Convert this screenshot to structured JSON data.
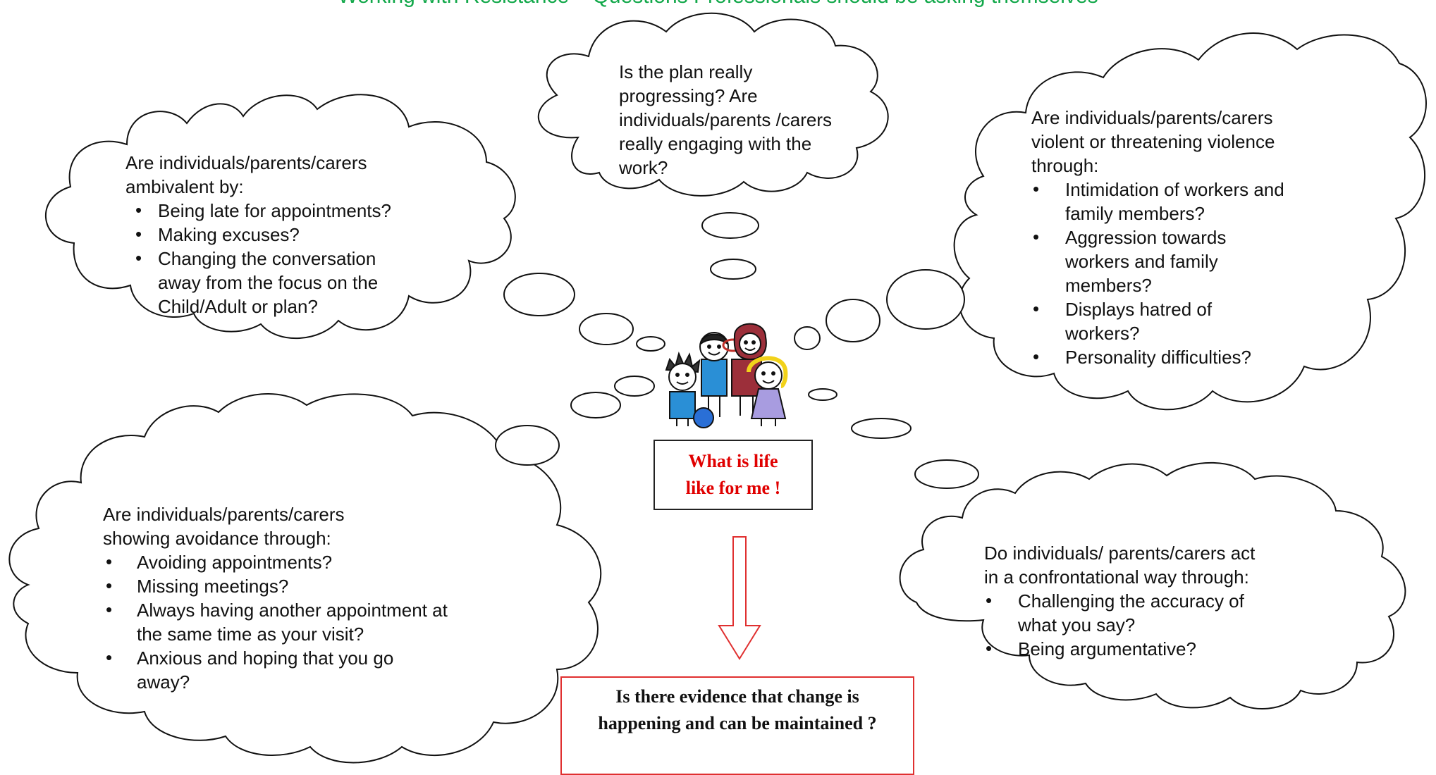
{
  "title": "Working with Resistance – Questions Professionals should be asking themselves",
  "bubbles": {
    "top": {
      "text": "Is the plan really progressing? Are individuals/parents /carers really engaging with the work?"
    },
    "left": {
      "intro": "Are individuals/parents/carers ambivalent by:",
      "items": [
        "Being late for appointments?",
        "Making excuses?",
        "Changing the conversation away from the focus on the Child/Adult or plan?"
      ]
    },
    "right": {
      "intro": "Are individuals/parents/carers violent or threatening violence through:",
      "items": [
        "Intimidation of workers and family members?",
        "Aggression towards workers and family members?",
        "Displays hatred of workers?",
        "Personality difficulties?"
      ]
    },
    "bottom_left": {
      "intro": "Are individuals/parents/carers showing avoidance through:",
      "items": [
        "Avoiding appointments?",
        "Missing meetings?",
        "Always having another appointment at the same time as your visit?",
        "Anxious and hoping that you go away?"
      ]
    },
    "bottom_right": {
      "intro": "Do individuals/ parents/carers act in a confrontational way through:",
      "items": [
        "Challenging the accuracy of what you say?",
        "Being argumentative?"
      ]
    }
  },
  "center_box": {
    "text": "What is life like for me !"
  },
  "bottom_box": {
    "text": "Is there evidence that change is happening and can be maintained ?"
  },
  "colors": {
    "title": "#12a84a",
    "center_text": "#e00000",
    "box_border": "#e03030",
    "arrow": "#e03030",
    "figure_blue": "#2a8fd6",
    "figure_red": "#9c2f3a",
    "figure_purple": "#a89ce0",
    "hair_yellow": "#f2d21a"
  },
  "icons": {
    "bullet": "bullet-dot",
    "figures": "family-figures-icon"
  }
}
